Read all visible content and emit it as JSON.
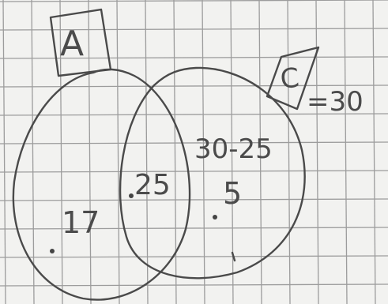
{
  "diagram": {
    "sets": {
      "a": {
        "label": "A"
      },
      "c": {
        "label": "C",
        "annotation": "=30"
      }
    },
    "regions": {
      "a_only": {
        "value": "17"
      },
      "intersection": {
        "value": "25"
      },
      "c_only": {
        "expression": "30-25",
        "value": "5"
      }
    }
  }
}
